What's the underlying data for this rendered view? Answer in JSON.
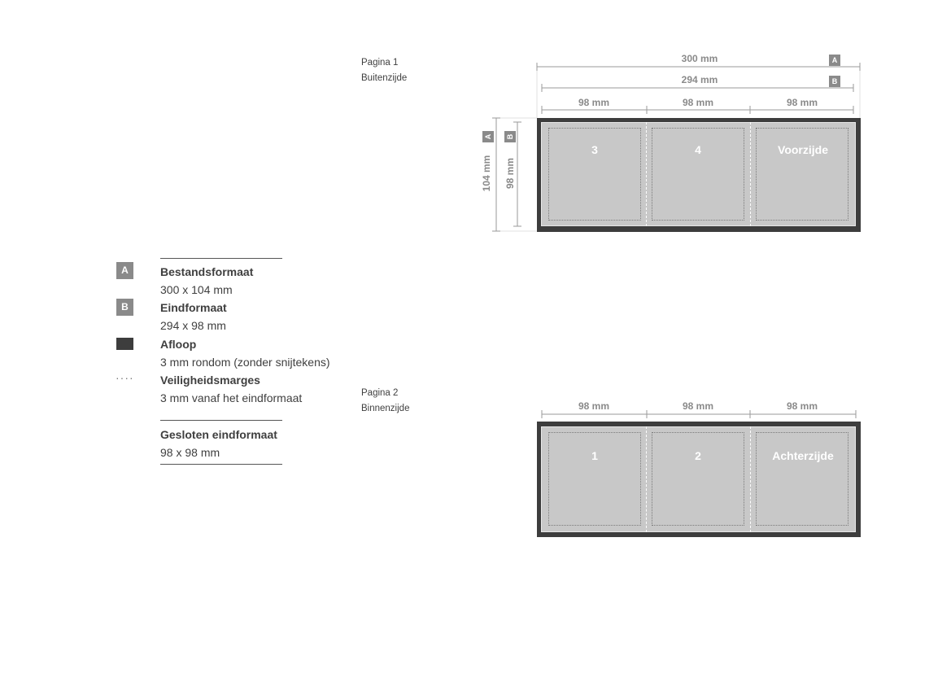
{
  "legend": {
    "file_format": {
      "badge": "A",
      "title": "Bestandsformaat",
      "value": "300 x 104 mm"
    },
    "final_format": {
      "badge": "B",
      "title": "Eindformaat",
      "value": "294 x 98 mm"
    },
    "bleed": {
      "title": "Afloop",
      "value": "3 mm rondom (zonder snijtekens)"
    },
    "safety": {
      "symbol": "····",
      "title": "Veiligheidsmarges",
      "value": "3 mm vanaf het eindformaat"
    },
    "closed": {
      "title": "Gesloten eindformaat",
      "value": "98 x 98 mm"
    }
  },
  "page1": {
    "label": "Pagina 1",
    "side": "Buitenzijde",
    "dim_total": "300 mm",
    "dim_total_badge": "A",
    "dim_final": "294 mm",
    "dim_final_badge": "B",
    "dim_panels": [
      "98 mm",
      "98 mm",
      "98 mm"
    ],
    "height_file": "104 mm",
    "height_file_badge": "A",
    "height_final": "98 mm",
    "height_final_badge": "B",
    "panels": [
      "3",
      "4",
      "Voorzijde"
    ]
  },
  "page2": {
    "label": "Pagina 2",
    "side": "Binnenzijde",
    "dim_panels": [
      "98 mm",
      "98 mm",
      "98 mm"
    ],
    "panels": [
      "1",
      "2",
      "Achterzijde"
    ]
  },
  "colors": {
    "bleed": "#3d3d3d",
    "panel": "#c8c8c8",
    "badge": "#8a8a8a",
    "dim_line": "#9a9a9a"
  }
}
